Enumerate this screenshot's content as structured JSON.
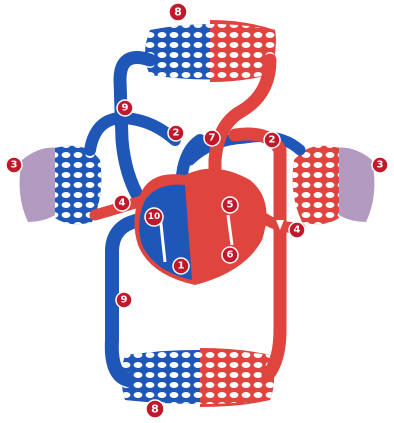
{
  "colors": {
    "vein": "#1f57b8",
    "vein_light": "#5f8fe0",
    "artery": "#e0443f",
    "artery_dark": "#b5272a",
    "lung": "#b39ac0",
    "label_bg": "#c2182b",
    "background": "#ffffff"
  },
  "labels": {
    "capillary_top": "8",
    "capillary_bottom": "8",
    "superior_vena_cava": "9",
    "inferior_vena_cava": "9",
    "pulmonary_artery_left": "2",
    "pulmonary_artery_right": "2",
    "aorta": "7",
    "lung_left": "3",
    "lung_right": "3",
    "pulmonary_vein_left": "4",
    "pulmonary_vein_right": "4",
    "left_atrium": "5",
    "left_ventricle": "6",
    "right_atrium": "10",
    "right_ventricle": "1"
  }
}
